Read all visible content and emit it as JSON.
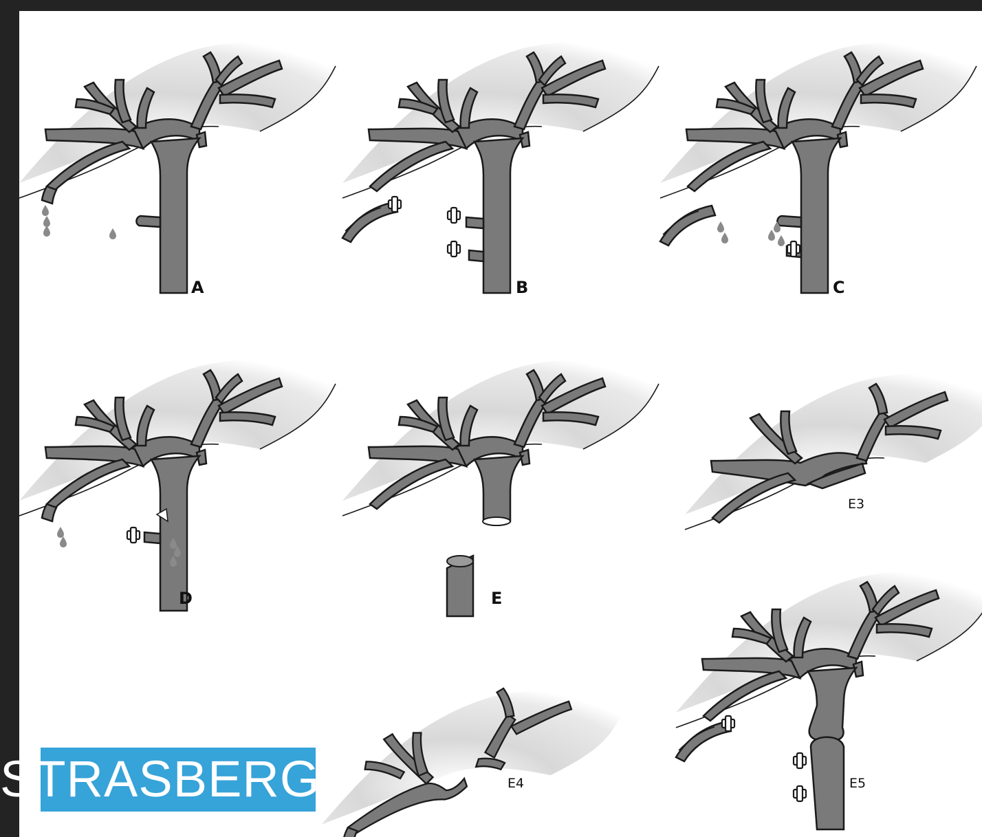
{
  "figure": {
    "panels": [
      {
        "id": "A",
        "label": "A"
      },
      {
        "id": "B",
        "label": "B"
      },
      {
        "id": "C",
        "label": "C"
      },
      {
        "id": "D",
        "label": "D"
      },
      {
        "id": "E",
        "label": "E"
      },
      {
        "id": "E3",
        "label": "E3"
      },
      {
        "id": "E4",
        "label": "E4"
      },
      {
        "id": "E5",
        "label": "E5"
      }
    ]
  },
  "overlay": {
    "title": "STRASBERG",
    "accent_color": "#36a3d9"
  },
  "colors": {
    "duct_fill": "#7a7a7a",
    "liver_shade": "#bdbdbd",
    "outline": "#1a1a1a",
    "background": "#232323",
    "panel": "#ffffff"
  }
}
